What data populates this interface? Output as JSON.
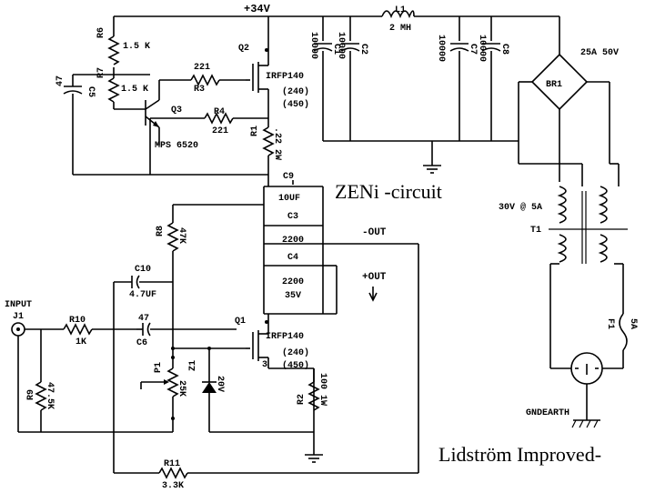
{
  "titles": {
    "main": "ZENi -circuit",
    "footer": "Lidström Improved-"
  },
  "rails": {
    "vplus": "+34V",
    "out_neg": "-OUT",
    "out_pos": "+OUT",
    "input": "INPUT",
    "gndearth": "GNDEARTH"
  },
  "components": {
    "L1": {
      "ref": "L1",
      "value": "2 MH"
    },
    "C1": {
      "ref": "C1",
      "value": "10000"
    },
    "C2": {
      "ref": "C2",
      "value": "10000"
    },
    "C7": {
      "ref": "C7",
      "value": "10000"
    },
    "C8": {
      "ref": "C8",
      "value": "10000"
    },
    "BR1": {
      "ref": "BR1",
      "value": "25A 50V"
    },
    "T1": {
      "ref": "T1",
      "value": "30V @ 5A"
    },
    "F1": {
      "ref": "F1",
      "value": "5A"
    },
    "R6": {
      "ref": "R6",
      "value": "1.5 K"
    },
    "R7": {
      "ref": "R7",
      "value": "1.5 K"
    },
    "C5": {
      "ref": "C5",
      "value": "47"
    },
    "R3": {
      "ref": "R3",
      "value": "221"
    },
    "R4": {
      "ref": "R4",
      "value": "221"
    },
    "Q2": {
      "ref": "Q2",
      "part": "IRFP140",
      "alt1": "(240)",
      "alt2": "(450)"
    },
    "Q3": {
      "ref": "Q3",
      "part": "MPS 6520"
    },
    "R1": {
      "ref": "R1",
      "value": ".22 2W"
    },
    "C9": {
      "ref": "C9",
      "value": "10UF"
    },
    "C3": {
      "ref": "C3",
      "value": "2200"
    },
    "C4": {
      "ref": "C4",
      "value": "2200",
      "volt": "35V"
    },
    "R8": {
      "ref": "R8",
      "value": "47K"
    },
    "C10": {
      "ref": "C10",
      "value": "4.7UF"
    },
    "J1": {
      "ref": "J1"
    },
    "R10": {
      "ref": "R10",
      "value": "1K"
    },
    "C6": {
      "ref": "C6",
      "value": "47"
    },
    "Q1": {
      "ref": "Q1",
      "part": "IRFP140",
      "alt1": "(240)",
      "alt2": "(450)",
      "pin": "3"
    },
    "R9": {
      "ref": "R9",
      "value": "47.5K"
    },
    "P1": {
      "ref": "P1",
      "value": "25K"
    },
    "Z1": {
      "ref": "Z1",
      "value": "20V"
    },
    "R2": {
      "ref": "R2",
      "value": "100 1W"
    },
    "R11": {
      "ref": "R11",
      "value": "3.3K"
    }
  }
}
